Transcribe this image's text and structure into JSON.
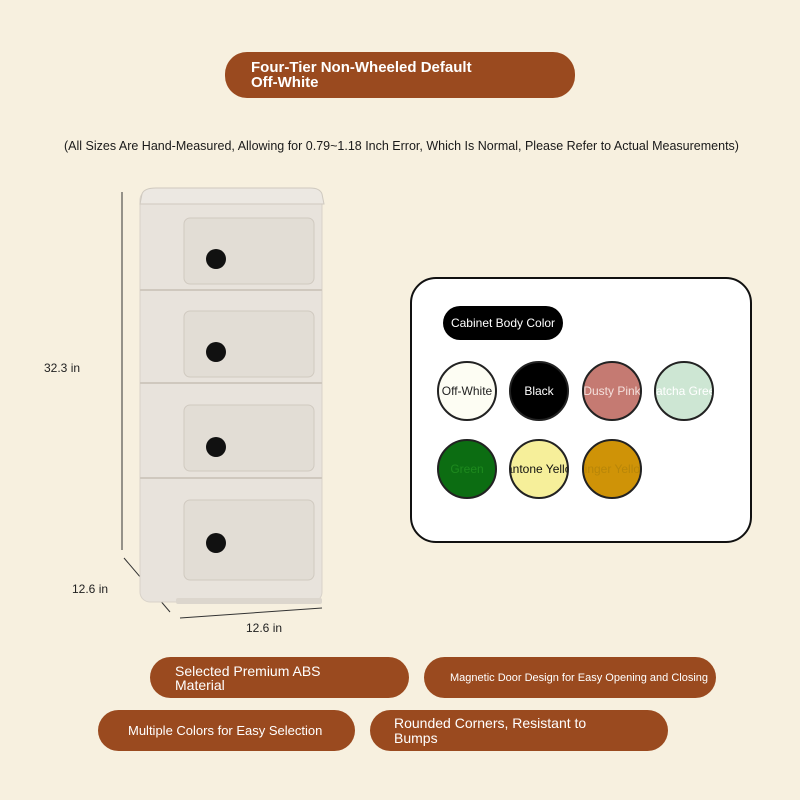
{
  "title": {
    "line1": "Four-Tier Non-Wheeled Default",
    "line2": "Off-White"
  },
  "measurement_note": "(All Sizes Are Hand-Measured, Allowing for 0.79~1.18 Inch Error, Which Is Normal, Please Refer to Actual Measurements)",
  "dimensions": {
    "height": "32.3 in",
    "depth": "12.6 in",
    "width": "12.6 in"
  },
  "color_panel": {
    "label": "Cabinet Body Color",
    "swatches": [
      {
        "name": "Off-White",
        "fill": "#fdfdf3",
        "text": "#222222"
      },
      {
        "name": "Black",
        "fill": "#000000",
        "text": "#ffffff"
      },
      {
        "name": "Dusty Pink",
        "fill": "#c57a72",
        "text": "#f4e0dc"
      },
      {
        "name": "Matcha Green",
        "fill": "#cde6d3",
        "text": "#ffffff"
      },
      {
        "name": "Green",
        "fill": "#0c6d12",
        "text": "#1e8a1e"
      },
      {
        "name": "Pantone Yellow",
        "fill": "#f6ef9a",
        "text": "#111111"
      },
      {
        "name": "Ginger Yellow",
        "fill": "#cf9307",
        "text": "#b88608"
      }
    ]
  },
  "features": {
    "abs": {
      "line1": "Selected Premium ABS",
      "line2": "Material"
    },
    "magnetic": "Magnetic Door Design for Easy Opening and Closing",
    "colors": "Multiple Colors for Easy Selection",
    "corners": {
      "line1": "Rounded Corners, Resistant to",
      "line2": "Bumps"
    }
  },
  "colors": {
    "background": "#f7f0df",
    "accent_pill": "#9a4a1f",
    "cabinet_body": "#e8e3dc"
  }
}
